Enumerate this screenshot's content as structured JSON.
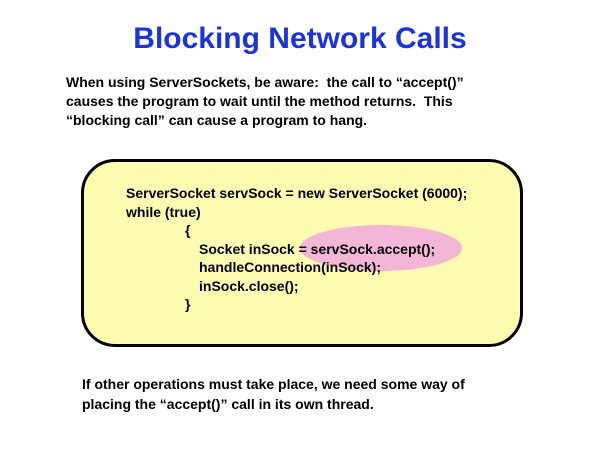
{
  "title": "Blocking Network Calls",
  "intro": [
    "When using ServerSockets, be aware:  the call to “accept()”",
    "causes the program to wait until the method returns.  This",
    "“blocking call” can cause a program to hang."
  ],
  "code": [
    {
      "indent": 0,
      "text": "ServerSocket servSock = new ServerSocket (6000);"
    },
    {
      "indent": 0,
      "text": "while (true)"
    },
    {
      "indent": 1,
      "text": "{"
    },
    {
      "indent": 2,
      "text": "Socket inSock = servSock.accept();"
    },
    {
      "indent": 2,
      "text": "handleConnection(inSock);"
    },
    {
      "indent": 2,
      "text": "inSock.close();"
    },
    {
      "indent": 1,
      "text": "}"
    }
  ],
  "outro": [
    "If other operations must take place, we need some way of",
    "placing the “accept()” call in its own thread."
  ],
  "colors": {
    "title": "#1a33dd",
    "box": "#fdfcb0",
    "highlight": "#f3b6d6"
  }
}
